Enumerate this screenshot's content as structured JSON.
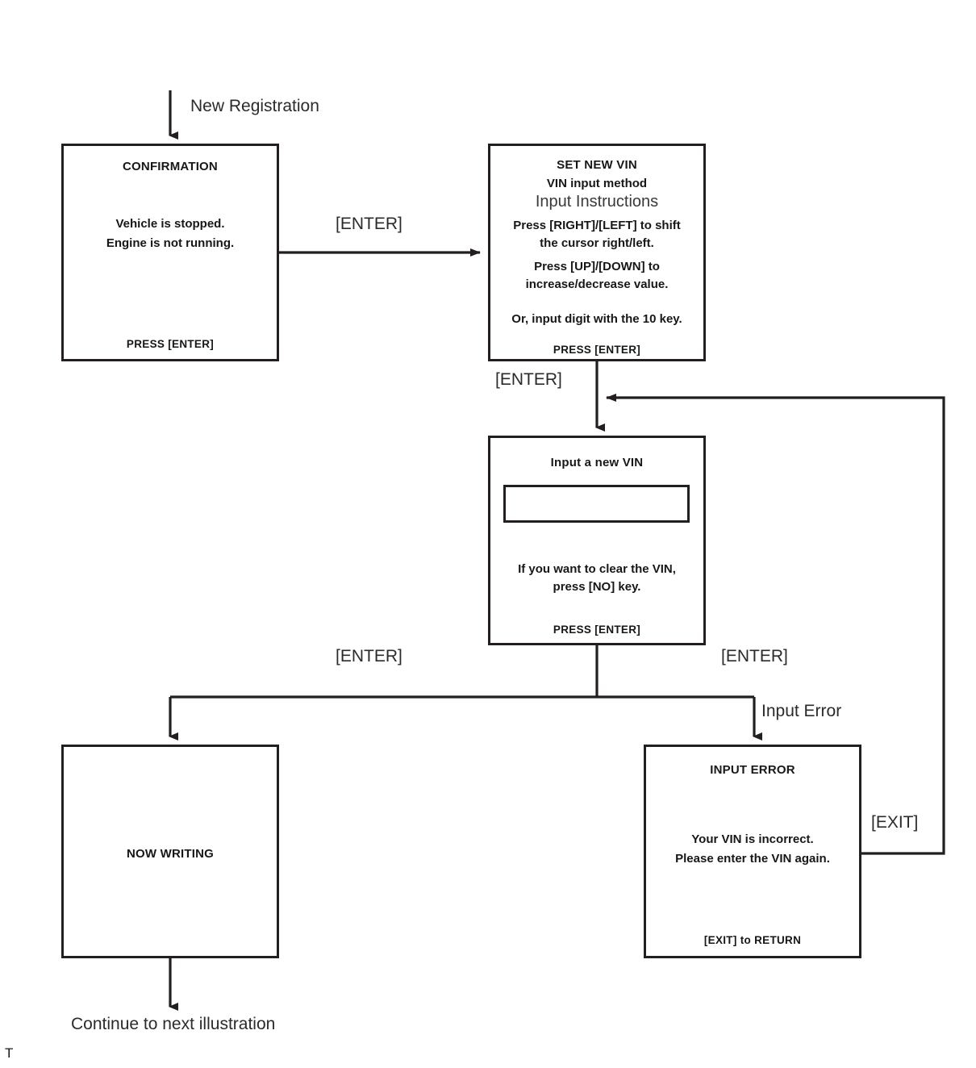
{
  "diagram": {
    "entry_label": "New Registration",
    "exit_label": "Continue to next illustration",
    "corner_mark": "T"
  },
  "boxes": {
    "confirmation": {
      "title": "CONFIRMATION",
      "line1": "Vehicle is stopped.",
      "line2": "Engine is not running.",
      "footer": "PRESS [ENTER]"
    },
    "set_new_vin": {
      "title": "SET NEW VIN",
      "subtitle": "VIN input method",
      "heading": "Input Instructions",
      "line1": "Press [RIGHT]/[LEFT] to shift",
      "line2": "the cursor right/left.",
      "line3": "Press [UP]/[DOWN]  to",
      "line4": "increase/decrease value.",
      "line5": "Or, input digit with the 10 key.",
      "footer": "PRESS [ENTER]"
    },
    "input_vin": {
      "title": "Input a new VIN",
      "field_value": "",
      "field_placeholder": "",
      "line1": "If you want to clear the VIN,",
      "line2": "press [NO] key.",
      "footer": "PRESS [ENTER]"
    },
    "now_writing": {
      "title": "NOW WRITING"
    },
    "input_error": {
      "title": "INPUT  ERROR",
      "line1": "Your VIN is incorrect.",
      "line2": "Please enter the VIN again.",
      "footer": "[EXIT] to RETURN"
    }
  },
  "transitions": {
    "confirm_to_setvin": "[ENTER]",
    "setvin_to_input": "[ENTER]",
    "input_to_writing": "[ENTER]",
    "input_to_error": "[ENTER]",
    "error_branch": "Input Error",
    "error_return": "[EXIT]"
  },
  "colors": {
    "stroke": "#231f20",
    "text": "#171717",
    "label": "#2b2b2b",
    "background": "#ffffff"
  }
}
